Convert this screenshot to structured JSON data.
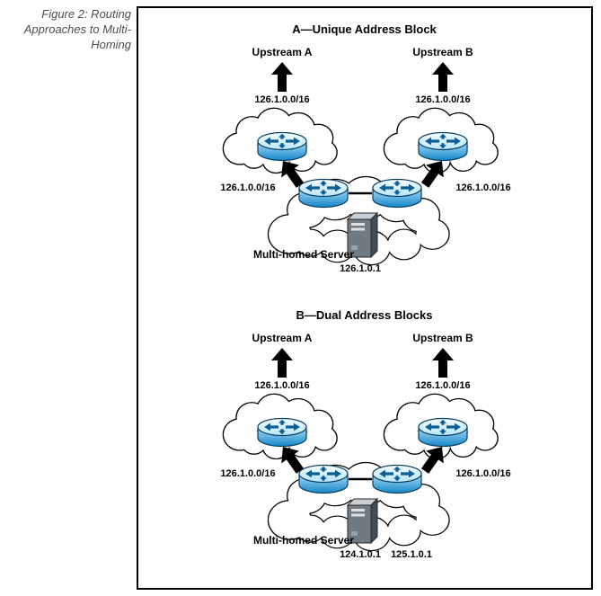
{
  "figure_caption": "Figure 2: Routing Approaches to Multi-Homing",
  "panels": [
    {
      "title": "A—Unique Address Block",
      "upstream_left_label": "Upstream A",
      "upstream_right_label": "Upstream B",
      "upstream_left_prefix": "126.1.0.0/16",
      "upstream_right_prefix": "126.1.0.0/16",
      "left_link_prefix": "126.1.0.0/16",
      "right_link_prefix": "126.1.0.0/16",
      "server_label": "Multi-homed Server",
      "server_ip_1": "126.1.0.1"
    },
    {
      "title": "B—Dual Address Blocks",
      "upstream_left_label": "Upstream A",
      "upstream_right_label": "Upstream B",
      "upstream_left_prefix": "126.1.0.0/16",
      "upstream_right_prefix": "126.1.0.0/16",
      "left_link_prefix": "126.1.0.0/16",
      "right_link_prefix": "126.1.0.0/16",
      "server_label": "Multi-homed Server",
      "server_ip_1": "124.1.0.1",
      "server_ip_2": "125.1.0.1"
    }
  ],
  "icons": {
    "router": "cylinder-with-cross-arrows",
    "cloud": "network-cloud",
    "server": "tower-server",
    "arrow": "solid-block-up-arrow"
  },
  "colors": {
    "router_blue": "#1486c8",
    "router_blue_light": "#aee0f9",
    "arrow_black": "#000000",
    "cloud_outline": "#000000",
    "caption_gray": "#4d4d4d"
  }
}
